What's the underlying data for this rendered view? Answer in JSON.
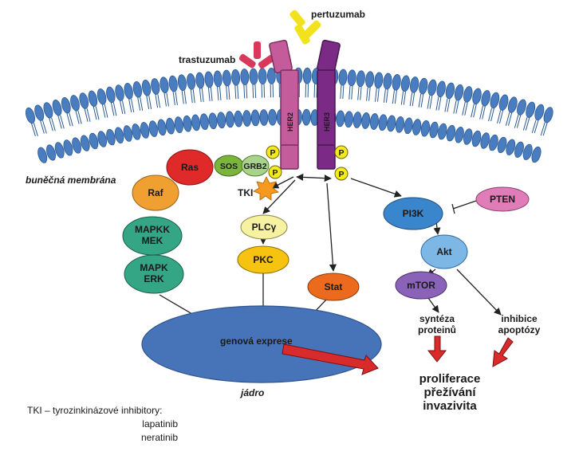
{
  "drugs": {
    "pertuzumab": "pertuzumab",
    "trastuzumab": "trastuzumab"
  },
  "membrane_label": "buněčná membrána",
  "receptors": {
    "her2": "HER2",
    "her3": "HER3"
  },
  "phospho": "P",
  "adaptors": {
    "sos": "SOS",
    "grb2": "GRB2"
  },
  "tki_label": "TKI",
  "mapk_pathway": {
    "ras": "Ras",
    "raf": "Raf",
    "mapkk_line1": "MAPKK",
    "mapkk_line2": "MEK",
    "mapk_line1": "MAPK",
    "mapk_line2": "ERK"
  },
  "plc_pathway": {
    "plcg": "PLCγ",
    "pkc": "PKC"
  },
  "stat": "Stat",
  "pi3k_pathway": {
    "pten": "PTEN",
    "pi3k": "PI3K",
    "akt": "Akt",
    "mtor": "mTOR"
  },
  "effects": {
    "synteza_line1": "syntéza",
    "synteza_line2": "proteinů",
    "inhibice_line1": "inhibice",
    "inhibice_line2": "apoptózy"
  },
  "nucleus": {
    "label": "jádro",
    "gene_expression": "genová exprese"
  },
  "outcomes": {
    "line1": "proliferace",
    "line2": "přežívání",
    "line3": "invazivita"
  },
  "footnote": {
    "line1": "TKI – tyrozinkinázové inhibitory:",
    "line2": "lapatinib",
    "line3": "neratinib"
  },
  "colors": {
    "membrane": "#4a7dbf",
    "membrane_edge": "#2b5a93",
    "her2": "#c45c9b",
    "her3": "#7b2a85",
    "trastuzumab": "#d9385a",
    "pertuzumab": "#f2e21b",
    "phospho": "#f5ea1a",
    "ras": "#e02a2a",
    "raf": "#f0a030",
    "mapk": "#34a585",
    "plcg": "#f6f2a2",
    "pkc": "#f5c310",
    "stat": "#ec6a1d",
    "pten": "#e07cb8",
    "pi3k": "#3a86cc",
    "akt": "#7db7e6",
    "mtor": "#8a63b8",
    "nucleus": "#4773b8",
    "block_arrow": "#d92b2b"
  }
}
